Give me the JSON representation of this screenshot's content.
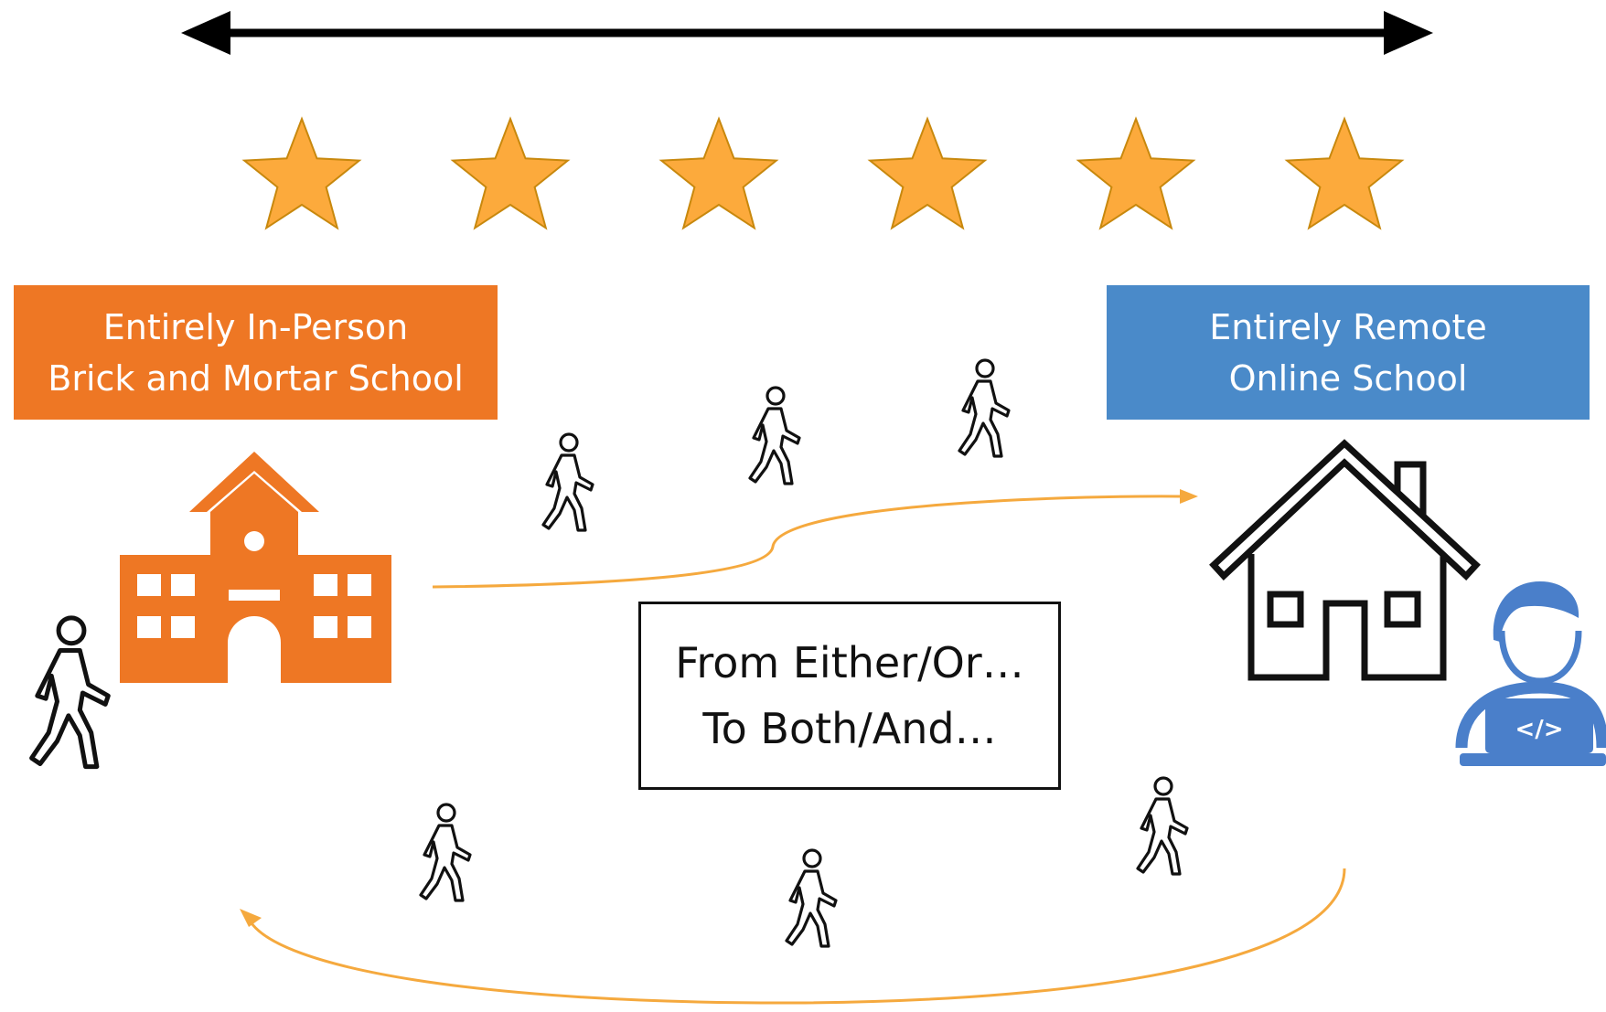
{
  "spectrum": {
    "in_person": {
      "line1": "Entirely In-Person",
      "line2": "Brick and Mortar School",
      "color": "#ee7724"
    },
    "remote": {
      "line1": "Entirely Remote",
      "line2": "Online School",
      "color": "#4a8ac9"
    },
    "star_count": 6,
    "star_color": "#fcaa3c",
    "flow_arrow_color": "#f5a93e"
  },
  "center_caption": {
    "line1": "From Either/Or…",
    "line2": "To Both/And…"
  },
  "icons": {
    "school": "school-building-icon",
    "house": "house-icon",
    "remote_learner": "person-with-laptop-icon",
    "walker": "walking-person-icon",
    "star": "star-icon"
  }
}
